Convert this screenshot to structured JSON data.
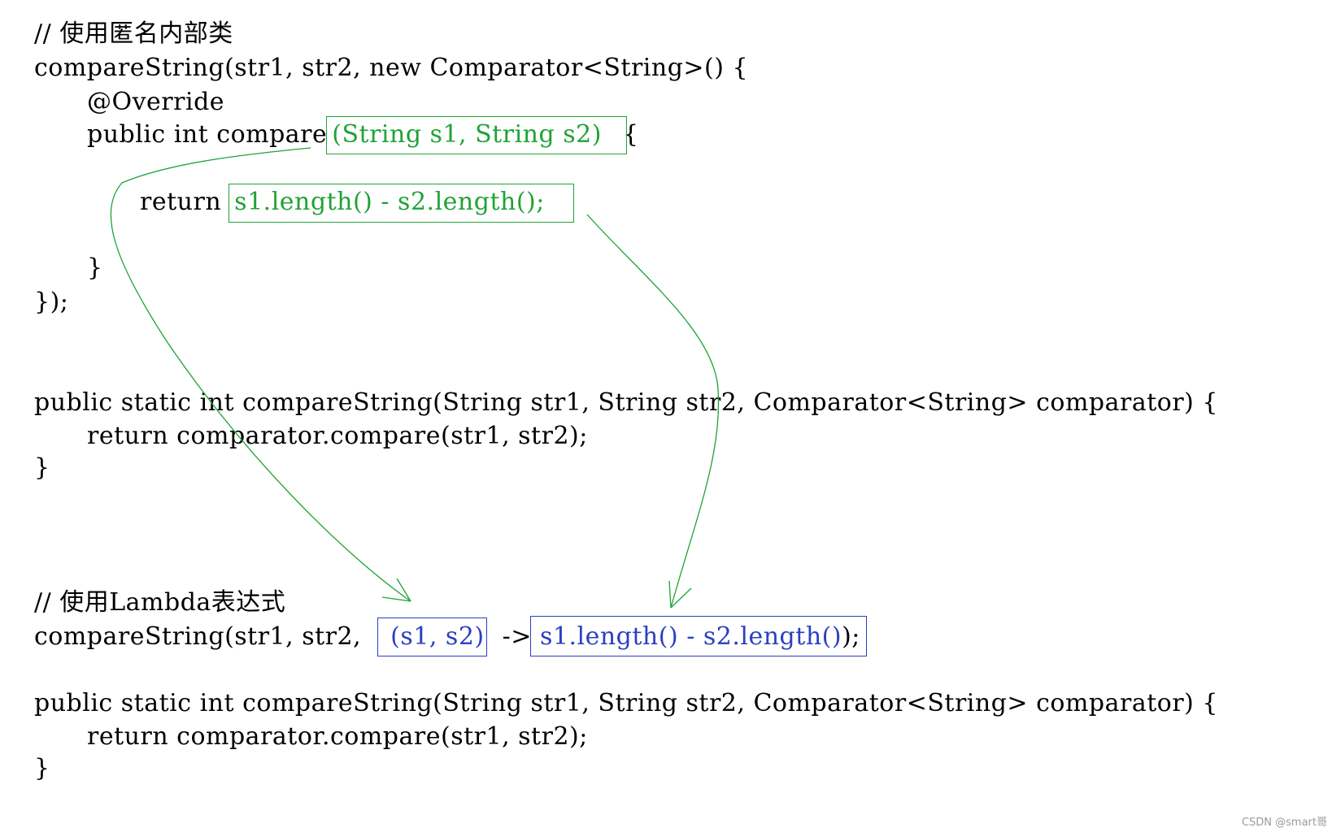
{
  "anonymous": {
    "comment": "// 使用匿名内部类",
    "call_line": "compareString(str1, str2, new Comparator<String>() {",
    "annotation": "@Override",
    "method_prefix": "public int compare",
    "params": "(String s1, String s2)",
    "open_brace": " {",
    "return_kw": "return ",
    "body_expr": "s1.length() - s2.length();",
    "close_inner": "}",
    "close_outer": "});"
  },
  "method_def_1": {
    "signature": "public static int compareString(String str1, String str2, Comparator<String> comparator) {",
    "body": "return comparator.compare(str1, str2);",
    "close": "}"
  },
  "lambda": {
    "comment": "// 使用Lambda表达式",
    "prefix": "compareString(str1, str2, ",
    "params": "(s1, s2)",
    "arrow": " -> ",
    "body_expr": "s1.length() - s2.length()",
    "suffix": ");"
  },
  "method_def_2": {
    "signature": "public static int compareString(String str1, String str2, Comparator<String> comparator) {",
    "body": "return comparator.compare(str1, str2);",
    "close": "}"
  },
  "colors": {
    "highlight_green": "#1fa335",
    "highlight_blue": "#2b3fc2",
    "text": "#000000"
  },
  "watermark": "CSDN @smart哥"
}
